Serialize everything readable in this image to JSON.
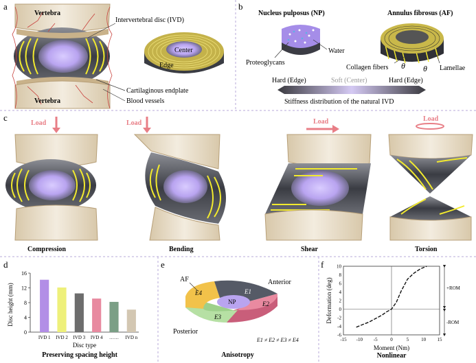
{
  "colors": {
    "bone": "#e7d9c2",
    "bone_dark": "#c9b28a",
    "annulus": "#4a4d55",
    "nucleus": "#b9a4f0",
    "fiber": "#f2ea2e",
    "vessel": "#c8403c",
    "load": "#e87e86",
    "divider": "#b7a9d8",
    "bar_ivd1": "#b28ee6",
    "bar_ivd2": "#eef07a",
    "bar_ivd3": "#6d6d6d",
    "bar_ivd4": "#e88aa0",
    "bar_ivd5": "#7b9f86",
    "bar_ivdn": "#d3c7b2",
    "e1": "#555a66",
    "e2": "#e98aa0",
    "e3": "#9dd08a",
    "e4": "#f2c24a",
    "np": "#b9a4f0"
  },
  "panel_a": {
    "letter": "a",
    "vertebra_top": "Vertebra",
    "vertebra_bottom": "Vertebra",
    "ivd_label": "Intervertebral disc (IVD)",
    "endplate_label": "Cartilaginous endplate",
    "vessels_label": "Blood vessels",
    "center_label": "Center",
    "edge_label": "Edge"
  },
  "panel_b": {
    "letter": "b",
    "np_title": "Nucleus pulposus (NP)",
    "af_title": "Annulus fibrosus (AF)",
    "water": "Water",
    "proteoglycans": "Proteoglycans",
    "collagen": "Collagen fibers",
    "lamellae": "Lamellae",
    "theta": "θ",
    "hard_left": "Hard (Edge)",
    "soft_center": "Soft (Center)",
    "hard_right": "Hard (Edge)",
    "caption": "Stiffness distribution of the natural IVD"
  },
  "panel_c": {
    "letter": "c",
    "load": "Load",
    "compression": "Compression",
    "bending": "Bending",
    "shear": "Shear",
    "torsion": "Torsion"
  },
  "panel_d": {
    "letter": "d",
    "caption": "Preserving spacing height",
    "chart_data": {
      "type": "bar",
      "categories": [
        "IVD 1",
        "IVD 2",
        "IVD 3",
        "IVD 4",
        "……",
        "IVD n"
      ],
      "values": [
        14.2,
        12.1,
        10.5,
        9.1,
        8.2,
        6.1
      ],
      "ylabel": "Disc height (mm)",
      "xlabel": "Disc type",
      "ylim": [
        0,
        16
      ],
      "yticks": [
        0,
        4,
        8,
        12,
        16
      ]
    }
  },
  "panel_e": {
    "letter": "e",
    "af": "AF",
    "anterior": "Anterior",
    "posterior": "Posterior",
    "np": "NP",
    "e1": "E1",
    "e2": "E2",
    "e3": "E3",
    "e4": "E4",
    "relation": "E1 ≠ E2 ≠ E3 ≠ E4",
    "caption": "Anisotropy"
  },
  "panel_f": {
    "letter": "f",
    "caption": "Nonlinear",
    "chart_data": {
      "type": "line",
      "xlabel": "Moment (Nm)",
      "ylabel": "Deformation (deg)",
      "xlim": [
        -15,
        15
      ],
      "ylim": [
        -6,
        10
      ],
      "xticks": [
        -15,
        -10,
        -5,
        0,
        5,
        10,
        15
      ],
      "yticks": [
        -6,
        -4,
        -2,
        0,
        2,
        4,
        6,
        8,
        10
      ],
      "x": [
        -11,
        -9,
        -7,
        -5,
        -3,
        -1.5,
        0,
        1.5,
        3,
        5,
        7,
        9,
        11
      ],
      "y": [
        -4.2,
        -3.6,
        -3.0,
        -2.2,
        -1.4,
        -0.6,
        0,
        1.6,
        4.2,
        7.0,
        8.4,
        9.4,
        10
      ],
      "pos_rom": "+ROM",
      "neg_rom": "-ROM"
    }
  }
}
